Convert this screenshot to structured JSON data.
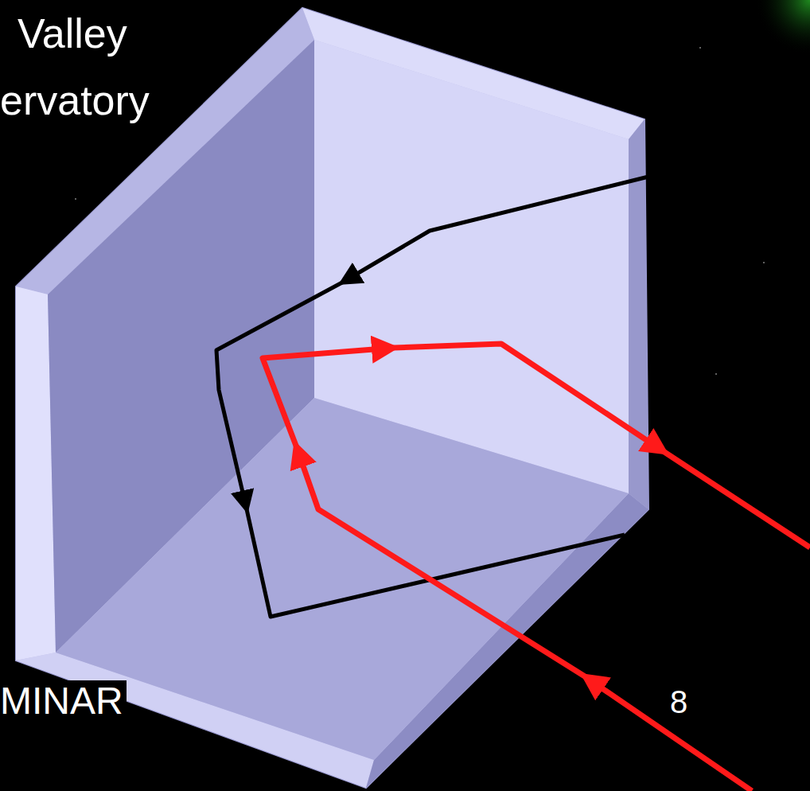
{
  "diagram": {
    "labels": [
      "Valley",
      "ervatory",
      "MINAR",
      "8"
    ]
  }
}
